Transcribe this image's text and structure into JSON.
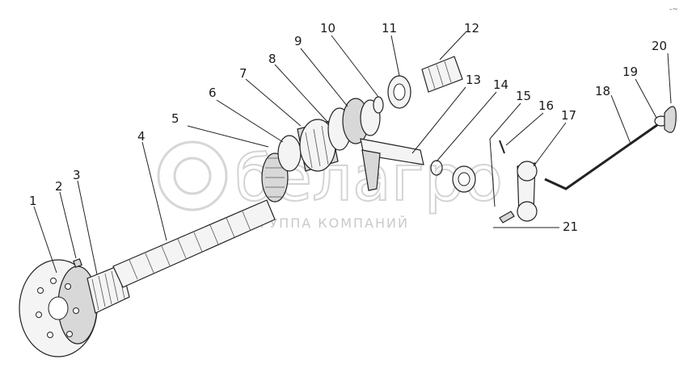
{
  "watermark": {
    "brand": "белагро",
    "tagline": "ГРУППА КОМПАНИЙ"
  },
  "corner_mark": "-~",
  "callouts": [
    {
      "id": "1",
      "label": "1"
    },
    {
      "id": "2",
      "label": "2"
    },
    {
      "id": "3",
      "label": "3"
    },
    {
      "id": "4",
      "label": "4"
    },
    {
      "id": "5",
      "label": "5"
    },
    {
      "id": "6",
      "label": "6"
    },
    {
      "id": "7",
      "label": "7"
    },
    {
      "id": "8",
      "label": "8"
    },
    {
      "id": "9",
      "label": "9"
    },
    {
      "id": "10",
      "label": "10"
    },
    {
      "id": "11",
      "label": "11"
    },
    {
      "id": "12",
      "label": "12"
    },
    {
      "id": "13",
      "label": "13"
    },
    {
      "id": "14",
      "label": "14"
    },
    {
      "id": "15",
      "label": "15"
    },
    {
      "id": "16",
      "label": "16"
    },
    {
      "id": "17",
      "label": "17"
    },
    {
      "id": "18",
      "label": "18"
    },
    {
      "id": "19",
      "label": "19"
    },
    {
      "id": "20",
      "label": "20"
    },
    {
      "id": "21",
      "label": "21"
    }
  ]
}
